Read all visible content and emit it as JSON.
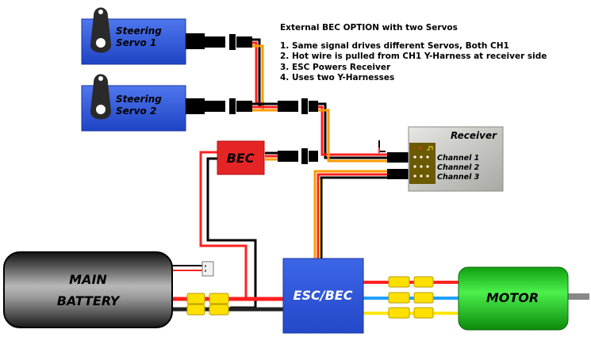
{
  "labels": {
    "servo1": [
      "Steering",
      "Servo 1"
    ],
    "servo2": [
      "Steering",
      "Servo 2"
    ],
    "bec": "BEC",
    "receiver": "Receiver",
    "channels": [
      "Channel 1",
      "Channel 2",
      "Channel 3"
    ],
    "battery": [
      "MAIN",
      "BATTERY"
    ],
    "esc": "ESC/BEC",
    "motor": "MOTOR"
  },
  "notes": {
    "title": "External BEC OPTION with two Servos",
    "items": [
      "1. Same signal drives different Servos, Both CH1",
      "2. Hot wire is pulled from CH1 Y-Harness at receiver side",
      "3. ESC Powers Receiver",
      "4. Uses two Y-Harnesses"
    ]
  },
  "colors": {
    "servo_blue": "#2b55d6",
    "bec_red": "#e52525",
    "esc_blue": "#2f58d8",
    "motor_green": "#20d020",
    "battery_dark": "#2a2a2a",
    "receiver_gray": "#d4d4d0",
    "wire_red": "#ff2020",
    "wire_orange": "#ff9a00",
    "wire_yellow": "#ffe600",
    "wire_black": "#000000",
    "wire_blue": "#20a0ff",
    "connector_yellow": "#ffe000"
  }
}
